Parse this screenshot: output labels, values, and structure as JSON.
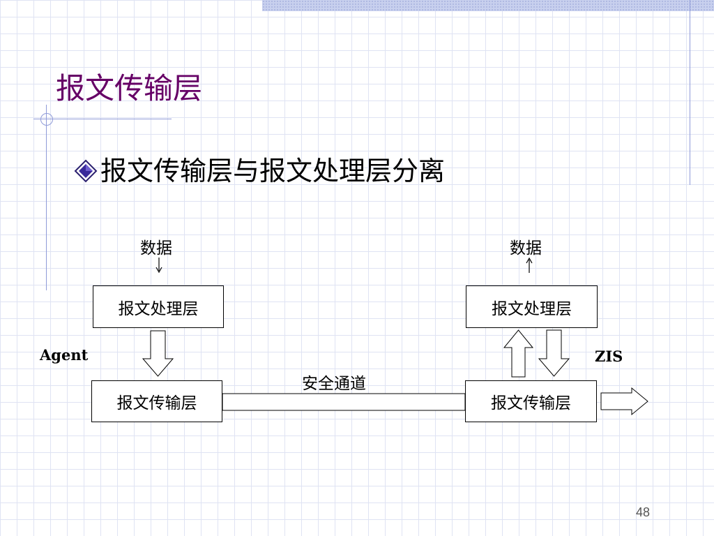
{
  "slide": {
    "title": "报文传输层",
    "bullet": "报文传输层与报文处理层分离",
    "page_number": "48"
  },
  "diagram": {
    "left": {
      "data_label": "数据",
      "side_label": "Agent",
      "processing_layer": "报文处理层",
      "transport_layer": "报文传输层"
    },
    "right": {
      "data_label": "数据",
      "side_label": "ZIS",
      "processing_layer": "报文处理层",
      "transport_layer": "报文传输层"
    },
    "channel_label": "安全通道"
  },
  "colors": {
    "title": "#660066",
    "grid": "#dfe3f3",
    "accent_line": "#8f9bd8"
  },
  "icons": {
    "bullet": "diamond-bullet-icon"
  }
}
